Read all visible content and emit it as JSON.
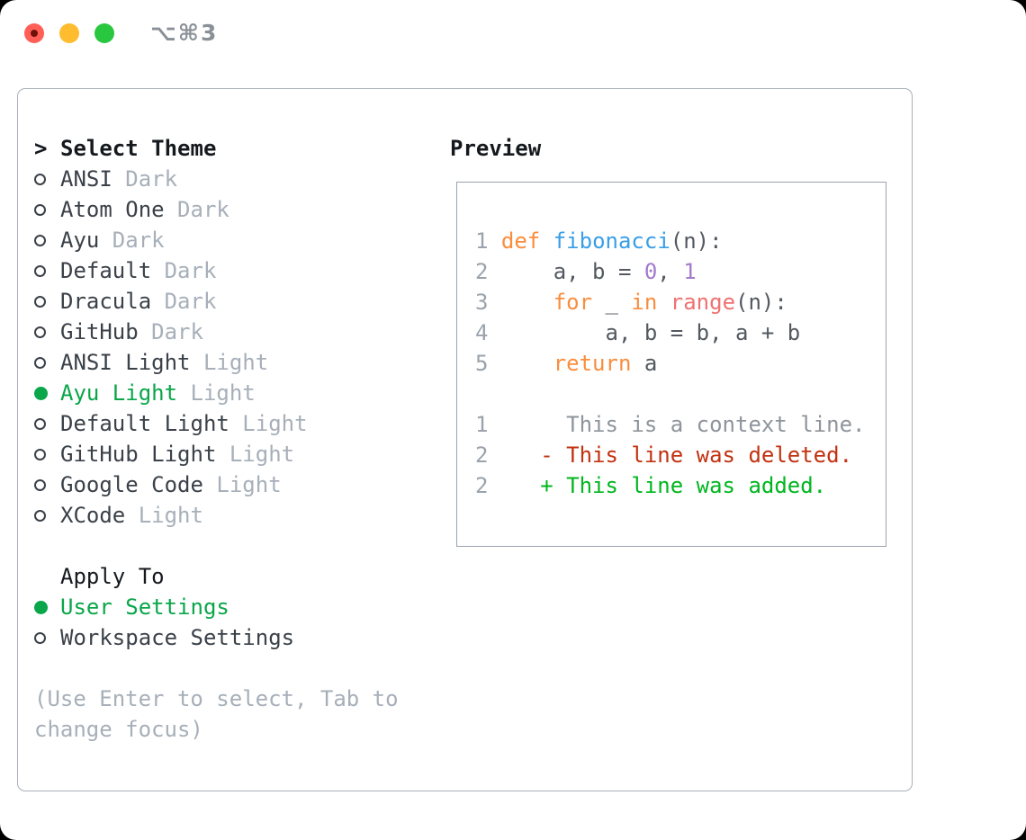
{
  "window": {
    "title": "⌥⌘3",
    "traffic_lights": [
      {
        "id": "close",
        "color": "#ff5f57",
        "dot_color": "#6f1009"
      },
      {
        "id": "minimize",
        "color": "#febc2e"
      },
      {
        "id": "zoom",
        "color": "#29c73f"
      }
    ]
  },
  "colors": {
    "panel_border": "#a9b1ba",
    "preview_border": "#9ba3ad",
    "header_text": "#15191e",
    "item_text": "#3b4149",
    "muted_text": "#a7afb9",
    "selected_green": "#0aa64a",
    "title_text": "#8a9097"
  },
  "theme_picker": {
    "cursor": ">",
    "header": "Select Theme",
    "options": [
      {
        "name": "ANSI",
        "tag": "Dark",
        "selected": false
      },
      {
        "name": "Atom One",
        "tag": "Dark",
        "selected": false
      },
      {
        "name": "Ayu",
        "tag": "Dark",
        "selected": false
      },
      {
        "name": "Default",
        "tag": "Dark",
        "selected": false
      },
      {
        "name": "Dracula",
        "tag": "Dark",
        "selected": false
      },
      {
        "name": "GitHub",
        "tag": "Dark",
        "selected": false
      },
      {
        "name": "ANSI Light",
        "tag": "Light",
        "selected": false
      },
      {
        "name": "Ayu Light",
        "tag": "Light",
        "selected": true
      },
      {
        "name": "Default Light",
        "tag": "Light",
        "selected": false
      },
      {
        "name": "GitHub Light",
        "tag": "Light",
        "selected": false
      },
      {
        "name": "Google Code",
        "tag": "Light",
        "selected": false
      },
      {
        "name": "XCode",
        "tag": "Light",
        "selected": false
      }
    ],
    "apply_to": {
      "header": "Apply To",
      "options": [
        {
          "name": "User Settings",
          "selected": true
        },
        {
          "name": "Workspace Settings",
          "selected": false
        }
      ]
    },
    "help_lines": [
      "(Use Enter to select, Tab to",
      "change focus)"
    ]
  },
  "preview": {
    "title": "Preview",
    "palette": {
      "gutter": "#9aa2ab",
      "fg": "#535960",
      "keyword": "#fa8d3e",
      "entity": "#399ee6",
      "special": "#f07171",
      "constant": "#a37acc",
      "context": "#8e949b",
      "removed": "#c23110",
      "added": "#00b61f"
    },
    "lines": [
      {
        "kind": "code",
        "tokens": [
          {
            "t": "1 ",
            "c": "gutter"
          },
          {
            "t": "def",
            "c": "keyword"
          },
          {
            "t": " ",
            "c": "fg"
          },
          {
            "t": "fibonacci",
            "c": "entity"
          },
          {
            "t": "(n):",
            "c": "fg"
          }
        ]
      },
      {
        "kind": "code",
        "tokens": [
          {
            "t": "2",
            "c": "gutter"
          },
          {
            "t": "     a, b = ",
            "c": "fg"
          },
          {
            "t": "0",
            "c": "constant"
          },
          {
            "t": ", ",
            "c": "fg"
          },
          {
            "t": "1",
            "c": "constant"
          }
        ]
      },
      {
        "kind": "code",
        "tokens": [
          {
            "t": "3",
            "c": "gutter"
          },
          {
            "t": "     ",
            "c": "fg"
          },
          {
            "t": "for",
            "c": "keyword"
          },
          {
            "t": " _ ",
            "c": "fg"
          },
          {
            "t": "in",
            "c": "keyword"
          },
          {
            "t": " ",
            "c": "fg"
          },
          {
            "t": "range",
            "c": "special"
          },
          {
            "t": "(n):",
            "c": "fg"
          }
        ]
      },
      {
        "kind": "code",
        "tokens": [
          {
            "t": "4",
            "c": "gutter"
          },
          {
            "t": "         a, b = b, a + b",
            "c": "fg"
          }
        ]
      },
      {
        "kind": "code",
        "tokens": [
          {
            "t": "5",
            "c": "gutter"
          },
          {
            "t": "     ",
            "c": "fg"
          },
          {
            "t": "return",
            "c": "keyword"
          },
          {
            "t": " a",
            "c": "fg"
          }
        ]
      },
      {
        "kind": "blank",
        "tokens": []
      },
      {
        "kind": "diff-context",
        "tokens": [
          {
            "t": "1",
            "c": "gutter"
          },
          {
            "t": "      This is a context line.",
            "c": "context"
          }
        ]
      },
      {
        "kind": "diff-removed",
        "tokens": [
          {
            "t": "2",
            "c": "gutter"
          },
          {
            "t": "    ",
            "c": "fg"
          },
          {
            "t": "- This line was deleted.",
            "c": "removed"
          }
        ]
      },
      {
        "kind": "diff-added",
        "tokens": [
          {
            "t": "2",
            "c": "gutter"
          },
          {
            "t": "    ",
            "c": "fg"
          },
          {
            "t": "+ This line was added.",
            "c": "added"
          }
        ]
      }
    ]
  }
}
